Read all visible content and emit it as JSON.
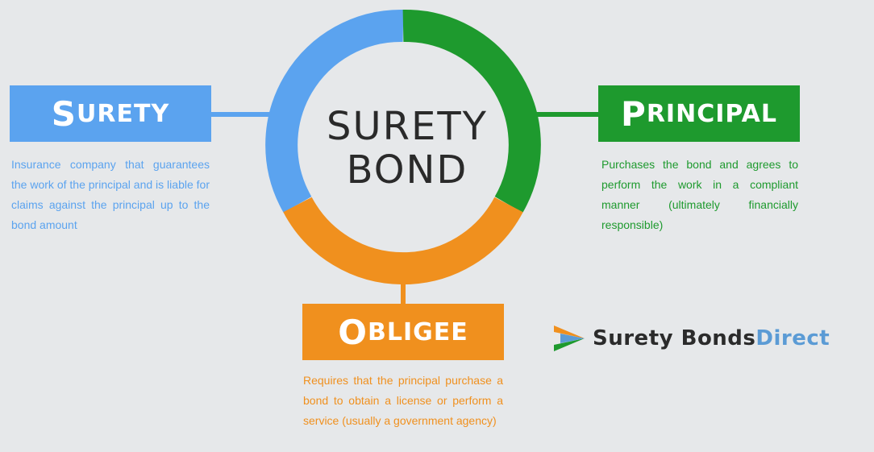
{
  "center": {
    "line1": "SURETY",
    "line2": "BOND"
  },
  "nodes": {
    "surety": {
      "title_cap": "S",
      "title_rest": "urety",
      "description": "Insurance company that guarantees the work of the principal and is liable for claims against the principal up to the bond amount",
      "color": "#5ba3ef"
    },
    "principal": {
      "title_cap": "P",
      "title_rest": "rincipal",
      "description": "Purchases the bond and agrees to perform the work in a compliant manner (ultimately financially responsible)",
      "color": "#1e9a2e"
    },
    "obligee": {
      "title_cap": "O",
      "title_rest": "bligee",
      "description": "Requires that the principal purchase a bond to obtain a license or perform a service (usually a government agency)",
      "color": "#f0901e"
    }
  },
  "logo": {
    "text_dark": "Surety Bonds",
    "text_accent": "Direct",
    "icon": "arrow-chevron-icon"
  }
}
